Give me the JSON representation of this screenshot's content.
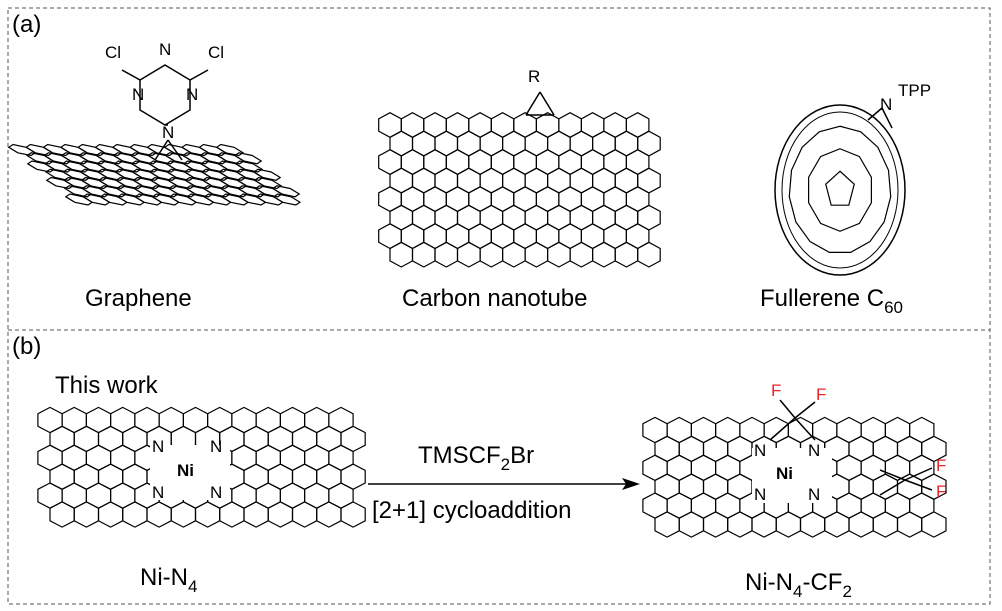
{
  "panel_a": {
    "label": "(a)",
    "graphene": {
      "name": "Graphene",
      "substituent_atoms": [
        "Cl",
        "N",
        "Cl",
        "N",
        "N",
        "N"
      ]
    },
    "nanotube": {
      "name": "Carbon nanotube",
      "substituent": "R"
    },
    "fullerene": {
      "name": "Fullerene C",
      "subscript": "60",
      "substituent": "TPP",
      "bridge_atom": "N"
    }
  },
  "panel_b": {
    "label": "(b)",
    "caption": "This work",
    "reactant": {
      "name": "Ni-N",
      "subscript": "4",
      "metal": "Ni",
      "nitrogen": "N"
    },
    "reagent": {
      "text": "TMSCF",
      "subscript": "2",
      "suffix": "Br"
    },
    "reaction_type": "[2+1] cycloaddition",
    "product": {
      "name": "Ni-N",
      "subscript": "4",
      "suffix": "-CF",
      "suffix_subscript": "2",
      "fluorine": "F",
      "metal": "Ni"
    }
  },
  "colors": {
    "fluorine": "#e8252a",
    "line": "#000000",
    "border": "#555555"
  }
}
